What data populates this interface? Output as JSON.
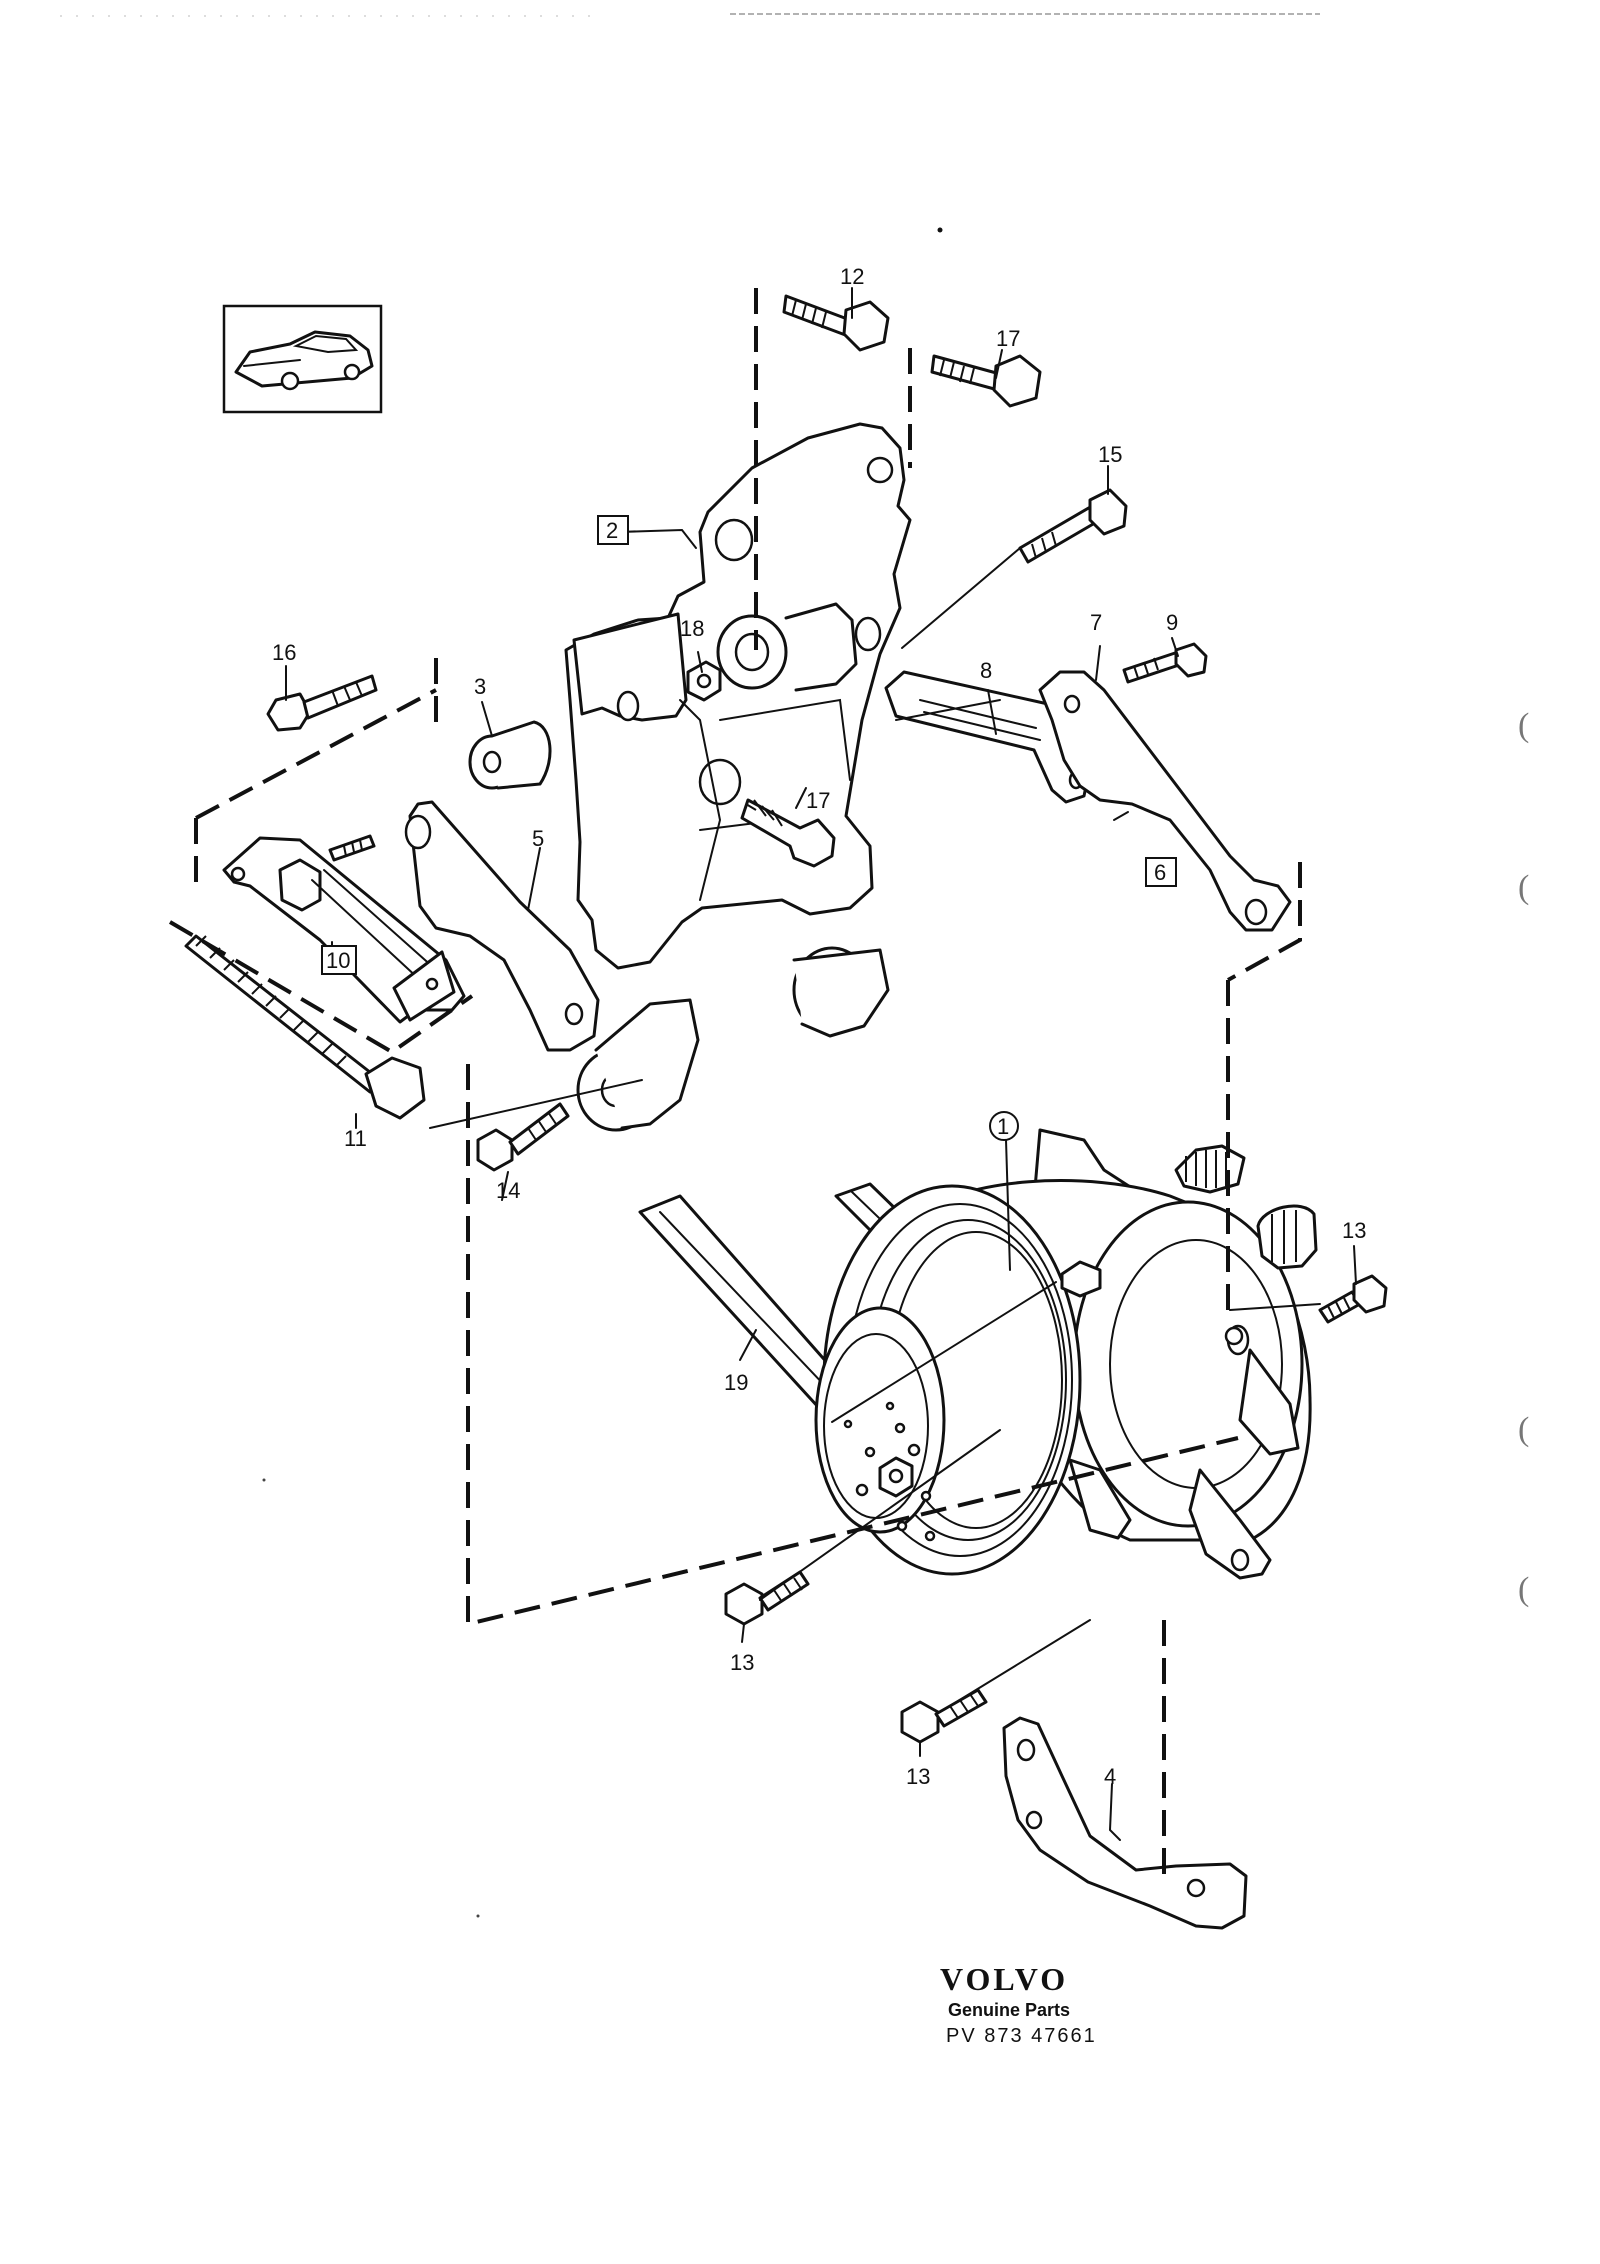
{
  "callouts": {
    "c1": "1",
    "c2": "2",
    "c3": "3",
    "c4": "4",
    "c5": "5",
    "c6": "6",
    "c7": "7",
    "c8": "8",
    "c9": "9",
    "c10": "10",
    "c11": "11",
    "c12": "12",
    "c13a": "13",
    "c13b": "13",
    "c13c": "13",
    "c14": "14",
    "c15": "15",
    "c16": "16",
    "c17a": "17",
    "c17b": "17",
    "c18": "18",
    "c19": "19"
  },
  "footer": {
    "brand": "VOLVO",
    "subtitle": "Genuine Parts",
    "part_number": "PV  873 47661"
  },
  "margin": {
    "paren1": "(",
    "paren2": "(",
    "paren3": "(",
    "paren4": "("
  },
  "icons": [
    "car-thumbnail-icon"
  ]
}
